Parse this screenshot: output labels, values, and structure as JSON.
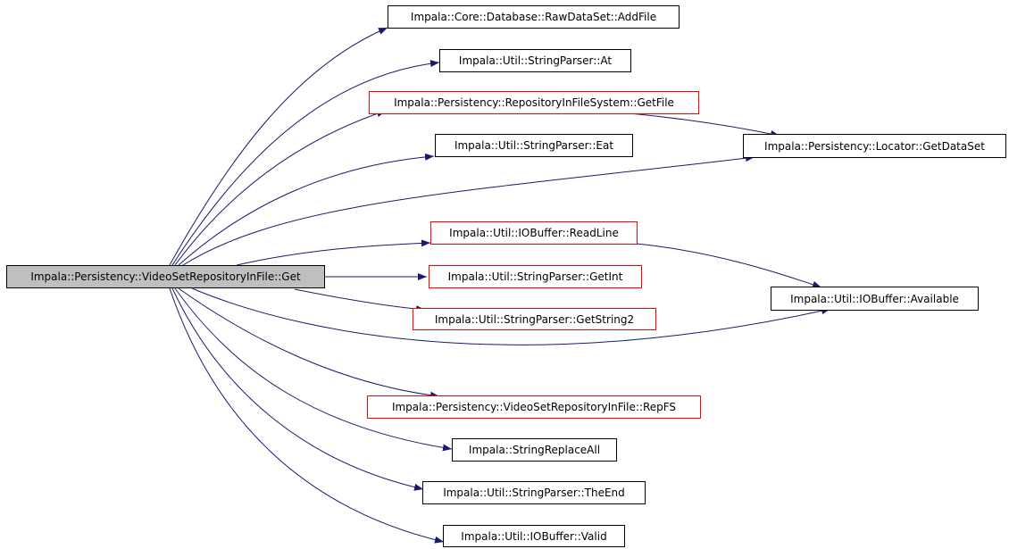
{
  "colors": {
    "edge": "#191970",
    "node_border_default": "#000000",
    "node_border_undocumented": "#ff0000",
    "root_fill": "#bfbfbf"
  },
  "nodes": {
    "root": {
      "label": "Impala::Persistency::VideoSetRepositoryInFile::Get",
      "border": "black"
    },
    "addfile": {
      "label": "Impala::Core::Database::RawDataSet::AddFile",
      "border": "black"
    },
    "at": {
      "label": "Impala::Util::StringParser::At",
      "border": "black"
    },
    "getfile": {
      "label": "Impala::Persistency::RepositoryInFileSystem::GetFile",
      "border": "red"
    },
    "eat": {
      "label": "Impala::Util::StringParser::Eat",
      "border": "black"
    },
    "getdataset": {
      "label": "Impala::Persistency::Locator::GetDataSet",
      "border": "black"
    },
    "readline": {
      "label": "Impala::Util::IOBuffer::ReadLine",
      "border": "red"
    },
    "getint": {
      "label": "Impala::Util::StringParser::GetInt",
      "border": "red"
    },
    "available": {
      "label": "Impala::Util::IOBuffer::Available",
      "border": "black"
    },
    "getstring2": {
      "label": "Impala::Util::StringParser::GetString2",
      "border": "red"
    },
    "repfs": {
      "label": "Impala::Persistency::VideoSetRepositoryInFile::RepFS",
      "border": "red"
    },
    "replaceall": {
      "label": "Impala::StringReplaceAll",
      "border": "black"
    },
    "theend": {
      "label": "Impala::Util::StringParser::TheEnd",
      "border": "black"
    },
    "valid": {
      "label": "Impala::Util::IOBuffer::Valid",
      "border": "black"
    }
  },
  "edges": [
    {
      "from": "root",
      "to": "addfile"
    },
    {
      "from": "root",
      "to": "at"
    },
    {
      "from": "root",
      "to": "getfile"
    },
    {
      "from": "root",
      "to": "eat"
    },
    {
      "from": "root",
      "to": "getdataset"
    },
    {
      "from": "root",
      "to": "readline"
    },
    {
      "from": "root",
      "to": "getint"
    },
    {
      "from": "root",
      "to": "getstring2"
    },
    {
      "from": "root",
      "to": "available"
    },
    {
      "from": "root",
      "to": "repfs"
    },
    {
      "from": "root",
      "to": "replaceall"
    },
    {
      "from": "root",
      "to": "theend"
    },
    {
      "from": "root",
      "to": "valid"
    },
    {
      "from": "getfile",
      "to": "getdataset"
    },
    {
      "from": "readline",
      "to": "available"
    }
  ]
}
